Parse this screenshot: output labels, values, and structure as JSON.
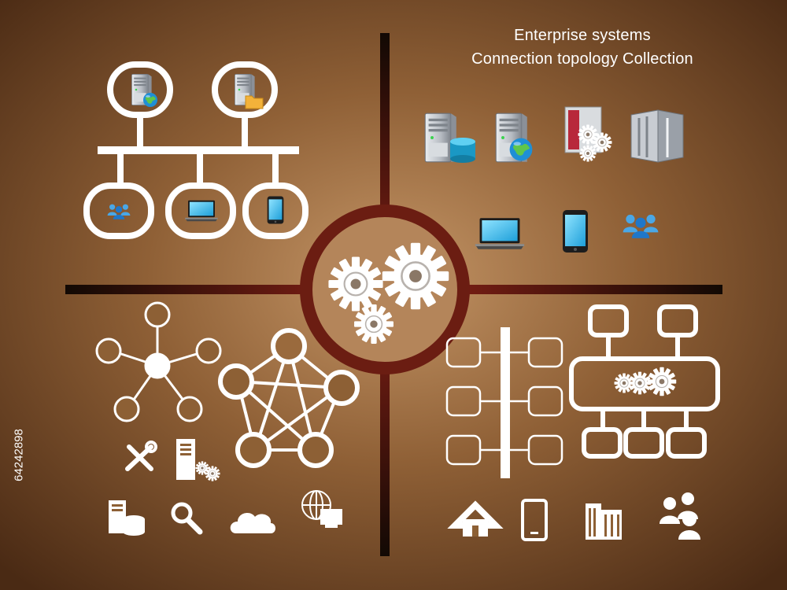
{
  "title": {
    "line1": "Enterprise systems",
    "line2": "Connection topology Collection"
  },
  "image_id": "64242898",
  "colors": {
    "background_center": "#c49566",
    "background_edge": "#4a2a14",
    "divider": "#1a0e08",
    "ring": "#6b1d12",
    "icon_white": "#ffffff",
    "screen_blue": "#37b7ef",
    "server_gray": "#c8ccd2"
  },
  "quadrants": {
    "top_left": {
      "name": "bus-topology",
      "top_icons": [
        "server-globe-icon",
        "server-folder-icon"
      ],
      "bottom_icons": [
        "users-group-icon",
        "laptop-icon",
        "smartphone-icon"
      ]
    },
    "top_right": {
      "name": "device-collection",
      "row1": [
        "server-database-icon",
        "server-globe-icon",
        "server-gears-icon",
        "server-rack-icon"
      ],
      "row2": [
        "laptop-icon",
        "smartphone-icon",
        "users-group-icon"
      ]
    },
    "bottom_left": {
      "name": "star-mesh-topology",
      "icons": [
        "tools-icon",
        "server-gear-icon",
        "database-server-icon",
        "magnifier-icon",
        "cloud-icon",
        "network-computer-icon"
      ]
    },
    "bottom_right": {
      "name": "tree-hub-topology",
      "icons": [
        "home-icon",
        "mobile-phone-icon",
        "office-building-icon",
        "people-group-icon"
      ]
    }
  },
  "center": {
    "name": "gears-hub",
    "icon": "gears-icon"
  }
}
